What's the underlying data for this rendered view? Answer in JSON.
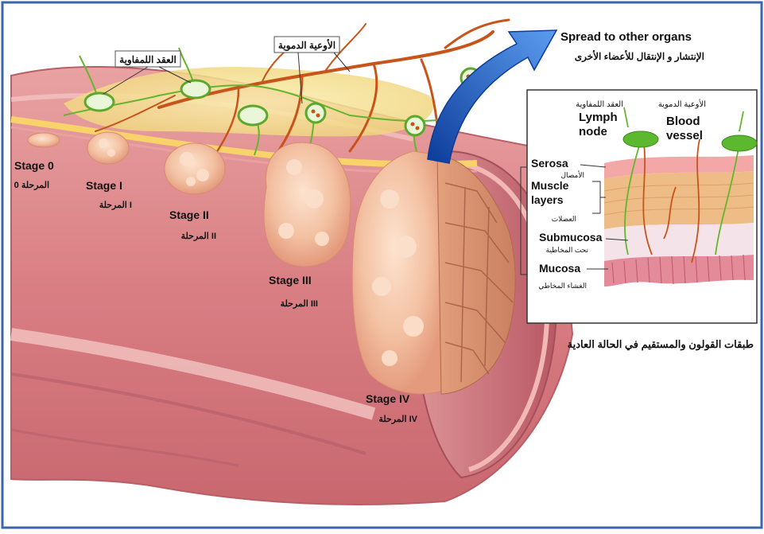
{
  "colors": {
    "frame": "#3b66ad",
    "colon_outer": "#e0888a",
    "colon_inner": "#c46a72",
    "tumor": "#f2bd9c",
    "fat": "#f3e08a",
    "vessel": "#c8541a",
    "lymph": "#7fce3a",
    "arrow": "#1d5bbf"
  },
  "labels": {
    "lymph_nodes_ar": "العقد اللمفاوية",
    "blood_vessels_ar": "الأوعية الدموية",
    "spread_en": "Spread to other organs",
    "spread_ar": "الإنتشار و الإنتقال للأعضاء الأخرى",
    "caption_ar": "طبقات  القولون والمستقيم في الحالة العادية"
  },
  "stages": [
    {
      "en": "Stage 0",
      "ar": "المرحلة 0"
    },
    {
      "en": "Stage I",
      "ar": "المرحلة I"
    },
    {
      "en": "Stage II",
      "ar": "المرحلة II"
    },
    {
      "en": "Stage III",
      "ar": "المرحلة III"
    },
    {
      "en": "Stage IV",
      "ar": "المرحلة IV"
    }
  ],
  "inset": {
    "lymph_ar": "العقد اللمفاوية",
    "lymph_en_1": "Lymph",
    "lymph_en_2": "node",
    "blood_ar": "الأوعية الدموية",
    "blood_en_1": "Blood",
    "blood_en_2": "vessel",
    "layers": [
      {
        "en": "Serosa",
        "ar": "الأمصال"
      },
      {
        "en": "Muscle",
        "en2": "layers",
        "ar": "العضلات"
      },
      {
        "en": "Submucosa",
        "ar": "تحت المخاطية"
      },
      {
        "en": "Mucosa",
        "ar": "الغشاء المخاطي"
      }
    ]
  }
}
